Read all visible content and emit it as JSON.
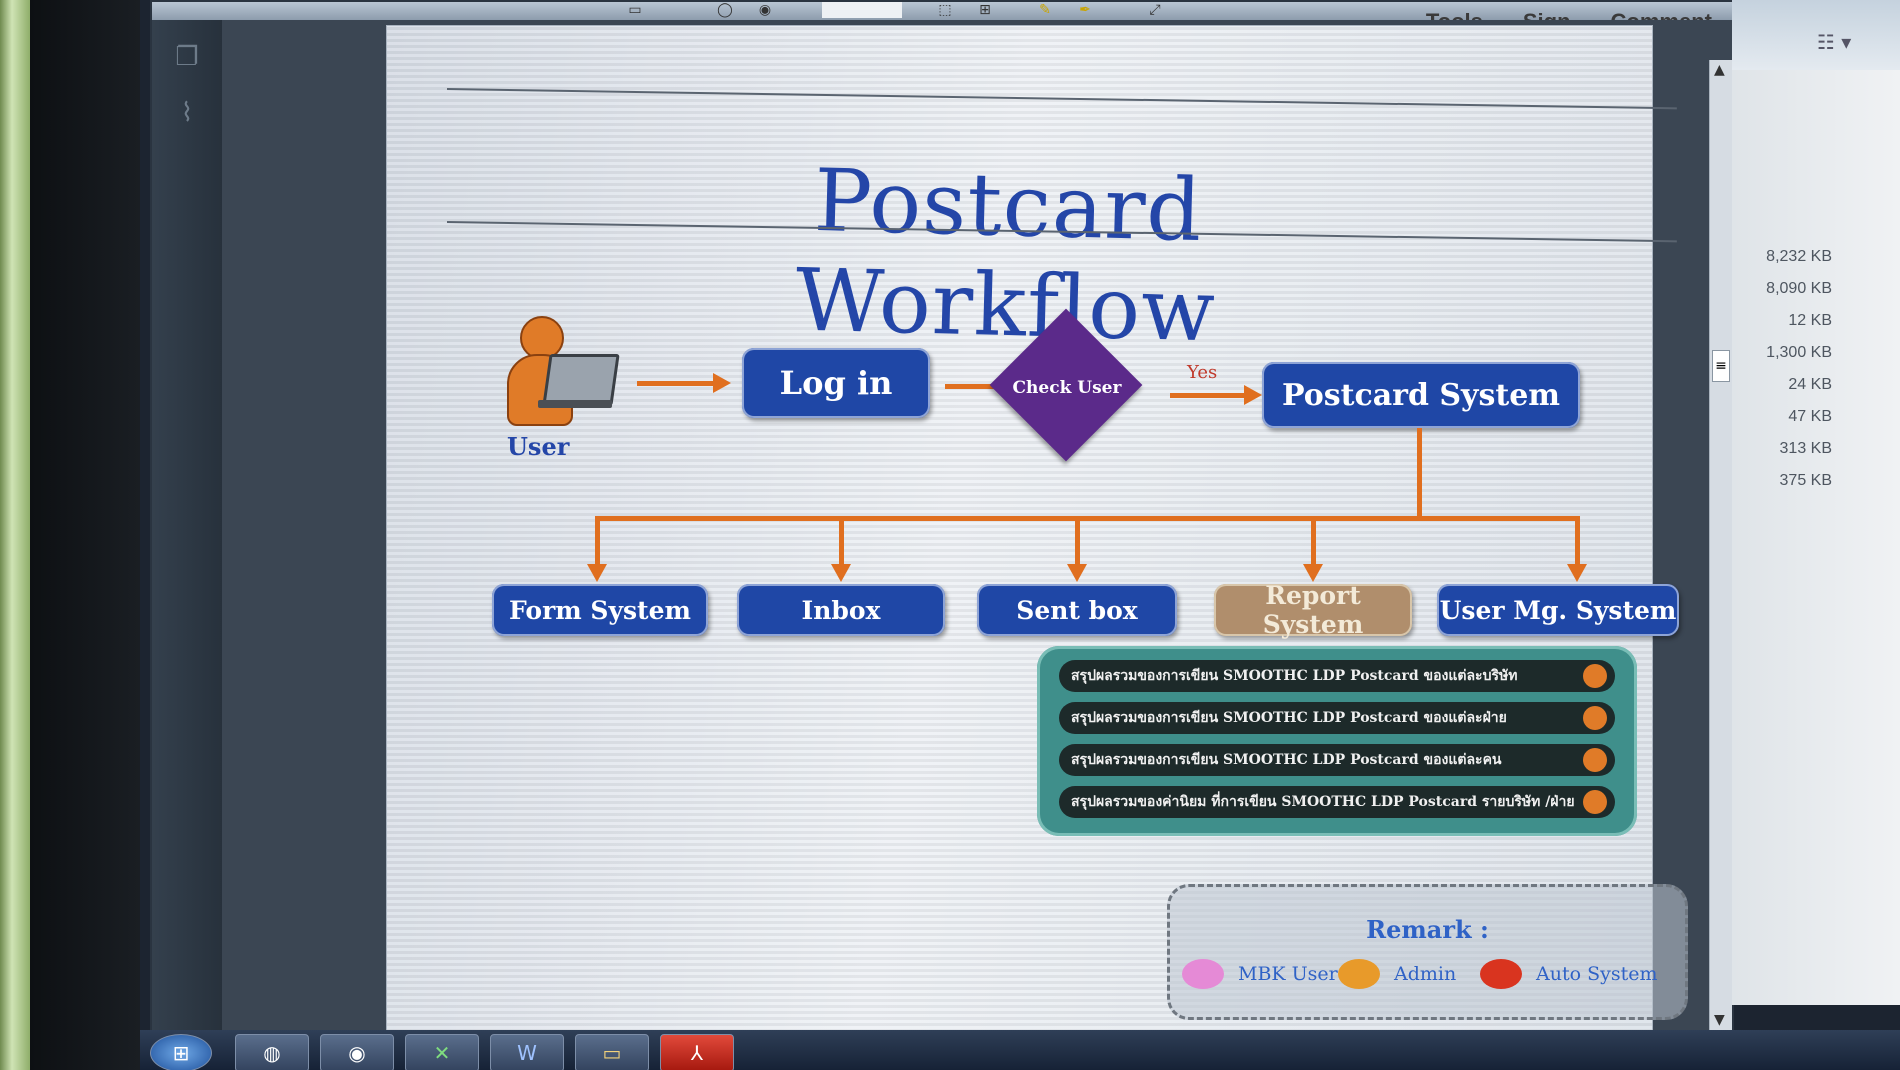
{
  "toolbar": {
    "menu": [
      "Tools",
      "Sign",
      "Comment"
    ]
  },
  "document": {
    "title": "Postcard Workflow",
    "user_label": "User",
    "login": "Log in",
    "check_user": "Check User",
    "yes": "Yes",
    "postcard_system": "Postcard System",
    "subsystems": [
      "Form System",
      "Inbox",
      "Sent box",
      "Report System",
      "User Mg. System"
    ],
    "reports": [
      "สรุปผลรวมของการเขียน SMOOTHC LDP Postcard ของแต่ละบริษัท",
      "สรุปผลรวมของการเขียน SMOOTHC LDP Postcard ของแต่ละฝ่าย",
      "สรุปผลรวมของการเขียน SMOOTHC LDP Postcard ของแต่ละคน",
      "สรุปผลรวมของค่านิยม ที่การเขียน SMOOTHC LDP Postcard  รายบริษัท /ฝ่าย"
    ],
    "remark": {
      "title": "Remark :",
      "legend": [
        {
          "label": "MBK User",
          "color": "#e58ad6"
        },
        {
          "label": "Admin",
          "color": "#e89a2a"
        },
        {
          "label": "Auto System",
          "color": "#d9341f"
        }
      ]
    }
  },
  "explorer": {
    "sizes": [
      "8,232 KB",
      "8,090 KB",
      "12 KB",
      "1,300 KB",
      "24 KB",
      "47 KB",
      "313 KB",
      "375 KB"
    ]
  },
  "colors": {
    "node_blue": "#1f47a6",
    "decision_purple": "#5b2a8a",
    "connector_orange": "#e06f1f",
    "report_panel_teal": "#3f8f8b"
  }
}
